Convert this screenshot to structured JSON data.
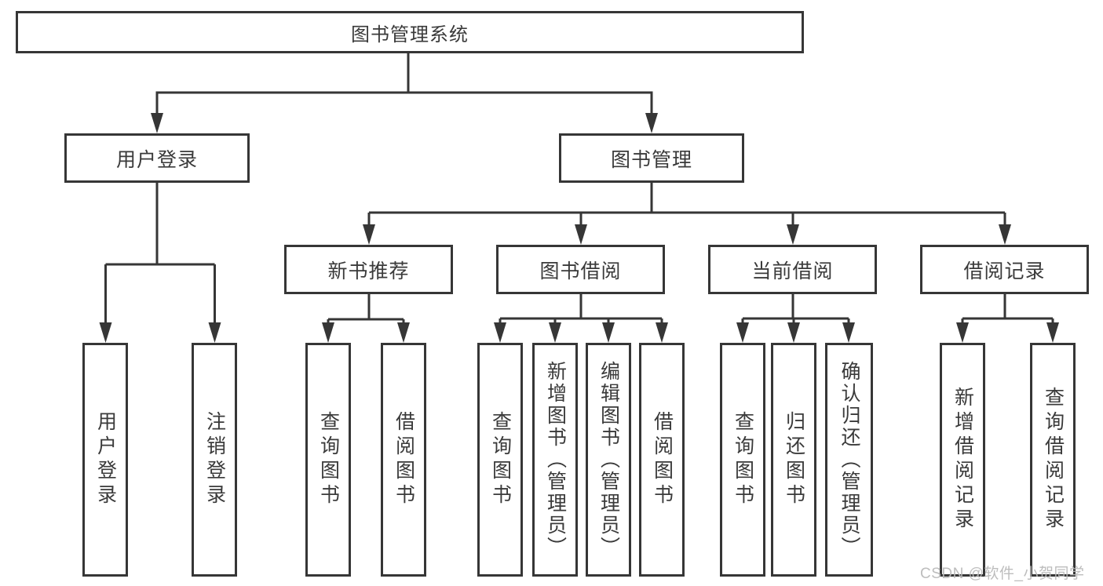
{
  "diagram": {
    "title_node": {
      "label": "图书管理系统"
    },
    "level2": {
      "user_login": {
        "label": "用户登录"
      },
      "book_mgmt": {
        "label": "图书管理"
      }
    },
    "level3": {
      "new_books": {
        "label": "新书推荐"
      },
      "book_borrow": {
        "label": "图书借阅"
      },
      "current_borrow": {
        "label": "当前借阅"
      },
      "borrow_records": {
        "label": "借阅记录"
      }
    },
    "leaves": {
      "login": {
        "label": "用户登录"
      },
      "logout": {
        "label": "注销登录"
      },
      "nb_query": {
        "label": "查询图书"
      },
      "nb_borrow": {
        "label": "借阅图书"
      },
      "bb_query": {
        "label": "查询图书"
      },
      "bb_add": {
        "label": "新增图书（管理员）"
      },
      "bb_edit": {
        "label": "编辑图书（管理员）"
      },
      "bb_borrow": {
        "label": "借阅图书"
      },
      "cb_query": {
        "label": "查询图书"
      },
      "cb_return": {
        "label": "归还图书"
      },
      "cb_confirm": {
        "label": "确认归还（管理员）"
      },
      "br_add": {
        "label": "新增借阅记录"
      },
      "br_query": {
        "label": "查询借阅记录"
      }
    },
    "colors": {
      "line": "#363636",
      "text": "#3a3a3a",
      "box_background": "#ffffff",
      "watermark": "#b9b9b9"
    }
  },
  "watermark": {
    "text": "CSDN @软件_小贺同学"
  }
}
